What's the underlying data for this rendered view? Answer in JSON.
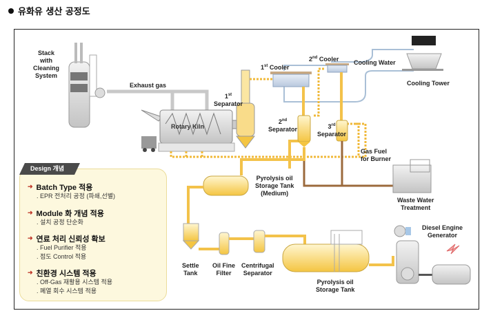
{
  "page": {
    "title": "유화유 생산 공정도"
  },
  "colors": {
    "oil_pipe": "#f3c24a",
    "gas_pipe_dotted": "#f0b93a",
    "cooling_water": "#a9bfd6",
    "exhaust_pipe": "#c8c8c8",
    "waste_pipe": "#9b6a3c",
    "design_box_bg": "#fdf8de",
    "design_tab_bg": "#4a4a4a",
    "bullet_arrow": "#c0392b"
  },
  "labels": {
    "stack": [
      "Stack",
      "with",
      "Cleaning",
      "System"
    ],
    "exhaust_gas": "Exhaust gas",
    "rotary_kiln": "Rotary Kiln",
    "separator_1_num": "1",
    "separator_1_sup": "st",
    "separator_1": "Separator",
    "cooler_1_num": "1",
    "cooler_1_sup": "st",
    "cooler_1": "Cooler",
    "cooler_2_num": "2",
    "cooler_2_sup": "nd",
    "cooler_2": "Cooler",
    "cooling_water": "Cooling Water",
    "cooling_tower": "Cooling Tower",
    "separator_2_num": "2",
    "separator_2_sup": "nd",
    "separator_2": "Separator",
    "separator_3_num": "3",
    "separator_3_sup": "rd",
    "separator_3": "Separator",
    "gas_fuel": [
      "Gas Fuel",
      "for Burner"
    ],
    "storage_medium": [
      "Pyrolysis oil",
      "Storage Tank",
      "(Medium)"
    ],
    "waste_water": [
      "Waste Water",
      "Treatment"
    ],
    "settle_tank": [
      "Settle",
      "Tank"
    ],
    "oil_fine_filter": [
      "Oil Fine",
      "Filter"
    ],
    "centrifugal_separator": [
      "Centrifugal",
      "Separator"
    ],
    "storage_tank": [
      "Pyrolysis oil",
      "Storage Tank"
    ],
    "diesel_generator": [
      "Diesel Engine",
      "Generator"
    ]
  },
  "design": {
    "tab_label": "Design 개념",
    "sections": [
      {
        "heading": "Batch Type 적용",
        "items": [
          ". EPR 전처리 공정 (파쇄,선별)"
        ]
      },
      {
        "heading": "Module 화 개념 적용",
        "items": [
          ". 설치 공정 단순화"
        ]
      },
      {
        "heading": "연료 처리 신뢰성 확보",
        "items": [
          ". Fuel Purifier 적용",
          ". 점도 Control 적용"
        ]
      },
      {
        "heading": "친환경 시스템 적용",
        "items": [
          ". Off-Gas 재활용 시스템 적용",
          ". 폐열 회수 시스템 적용"
        ]
      }
    ]
  }
}
